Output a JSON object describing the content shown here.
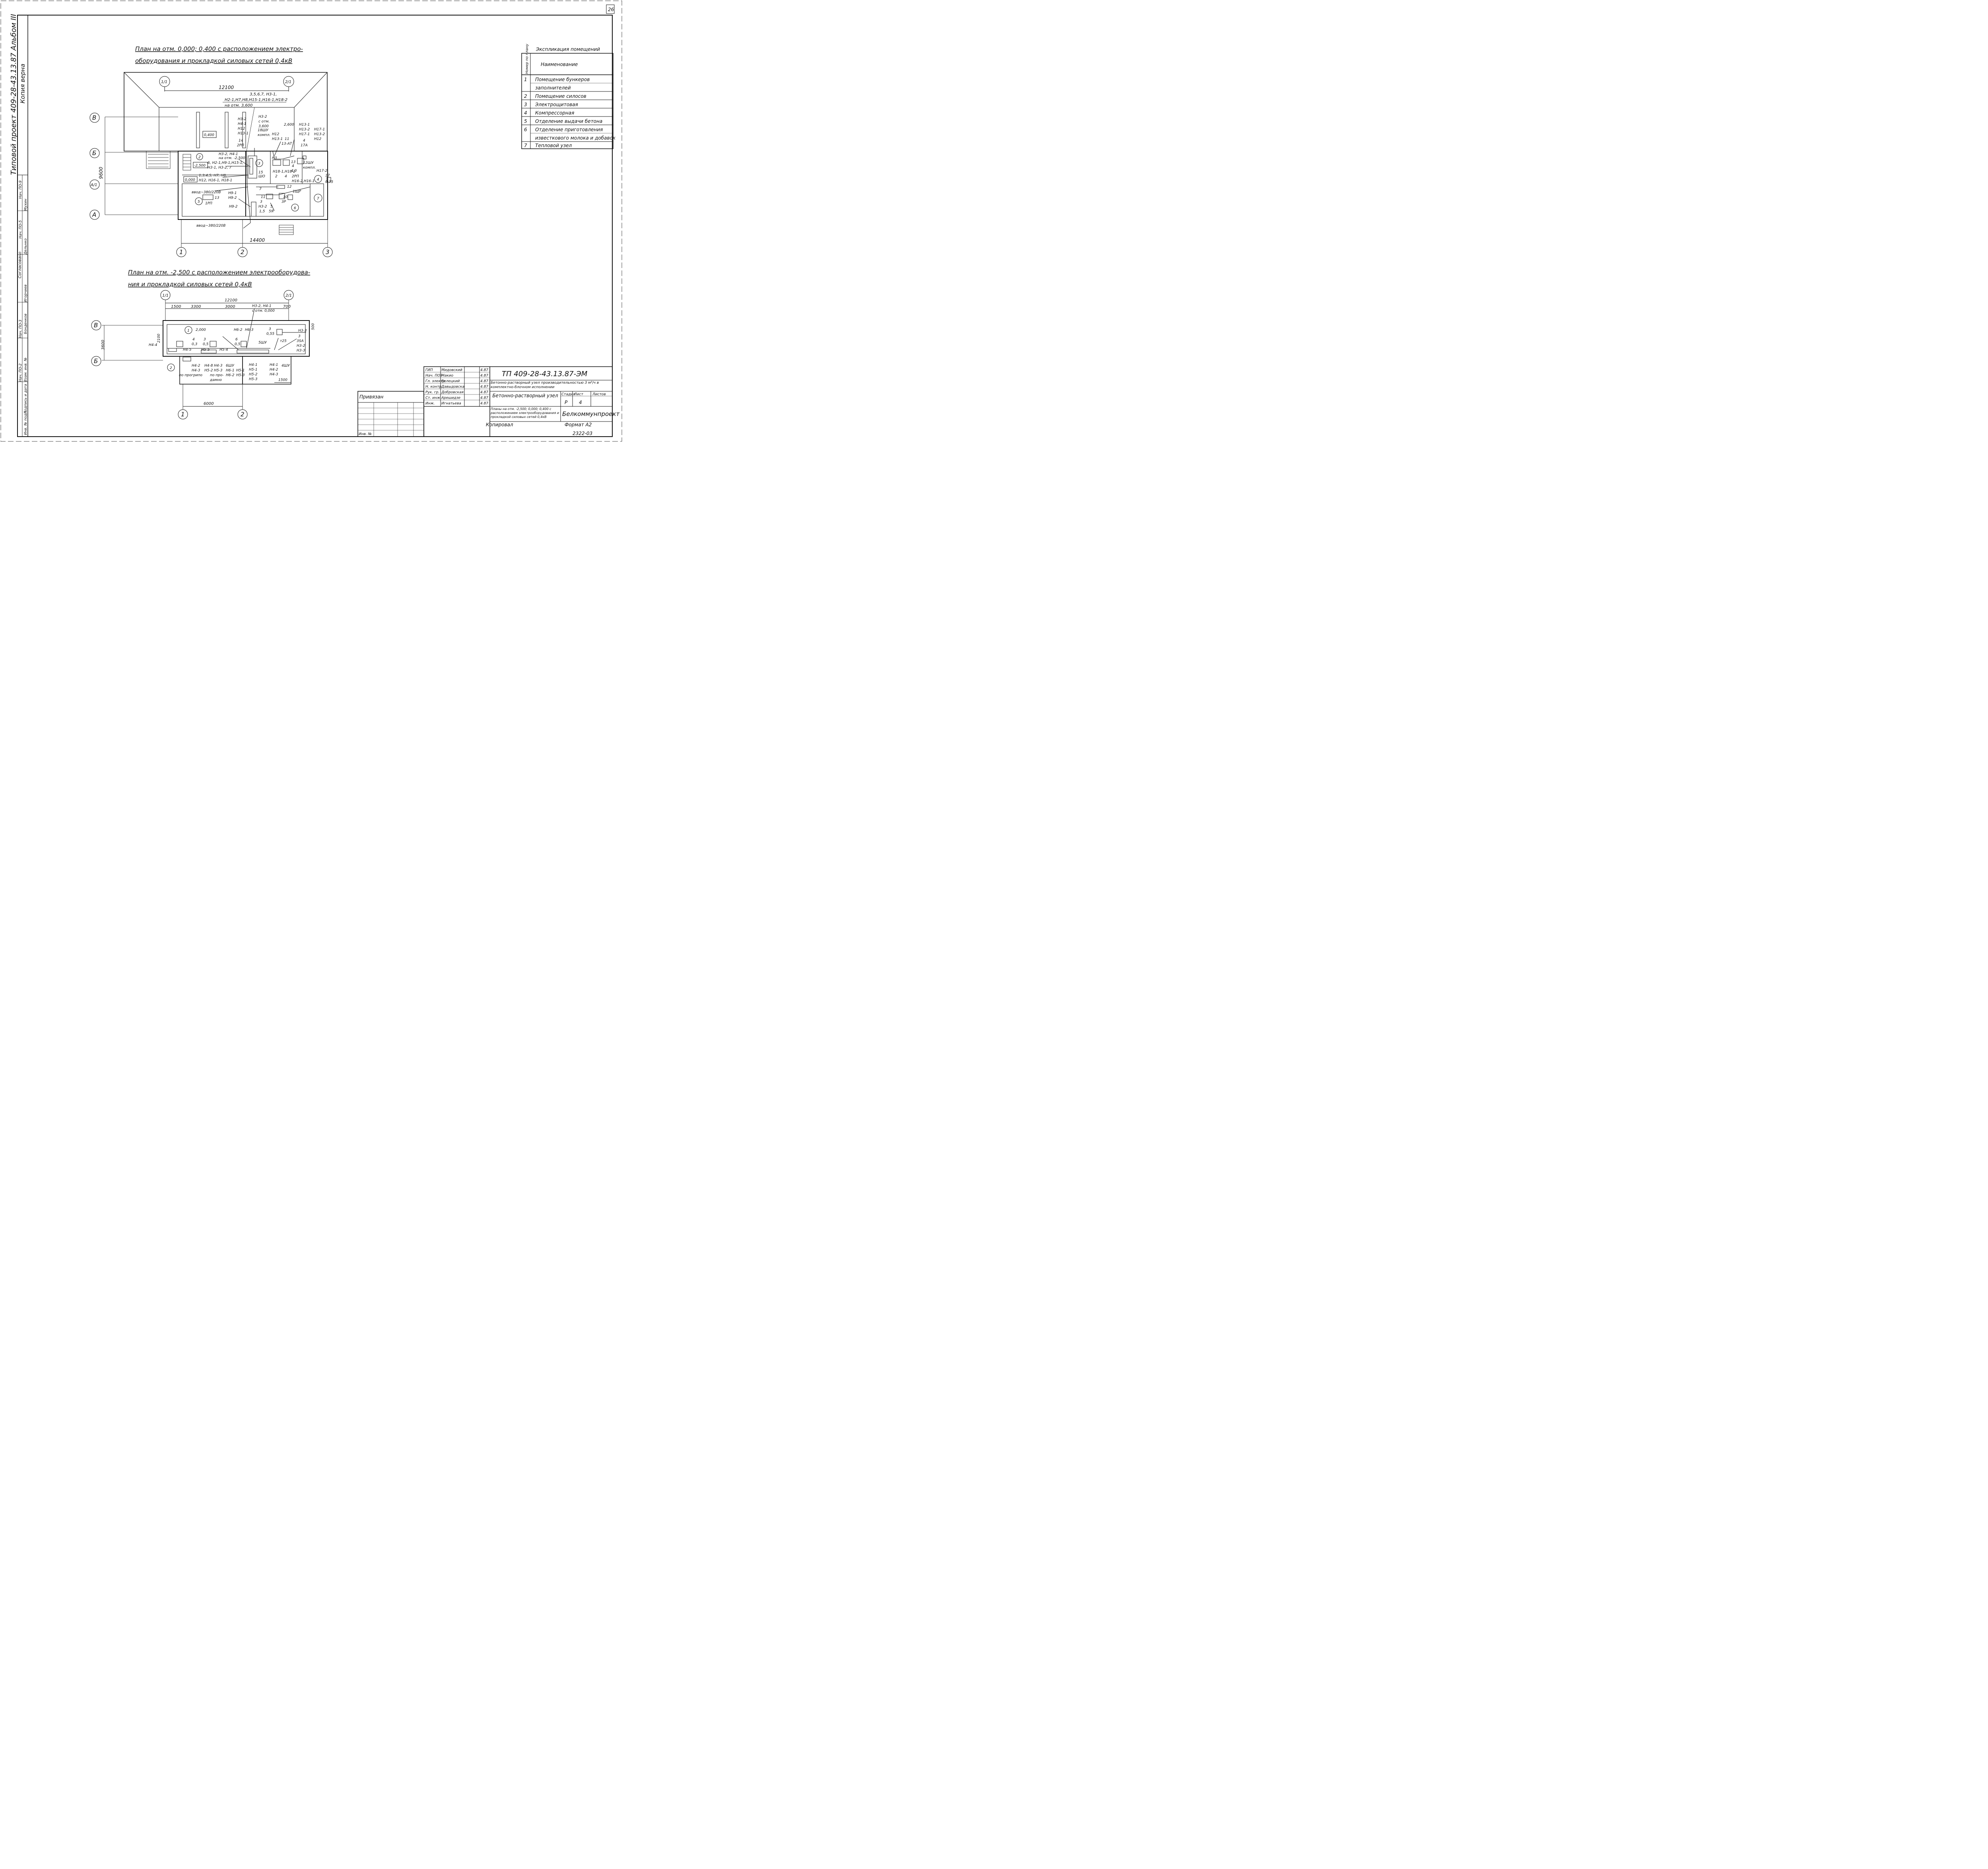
{
  "sheet": {
    "page_number": "26",
    "album_stamp": "Типовой проект 409-28-43.13.87 Альбом III",
    "copy_stamp": "Копия верна"
  },
  "plan_upper": {
    "title_line1": "План на отм. 0,000; 0,400 с расположением электро-",
    "title_line2": "оборудования и прокладкой силовых сетей 0,4кВ",
    "axes": {
      "v1": "1/1",
      "v2": "2/1",
      "h_b": "В",
      "h_B": "Б",
      "h_a1": "А/1",
      "h_a": "А",
      "bottom1": "1",
      "bottom2": "2",
      "bottom3": "3"
    },
    "dims": {
      "top": "12100",
      "side": "9600",
      "bottom": "14400",
      "side_small": "0,75",
      "side_num": "17"
    },
    "levels": {
      "l0400": "0,400",
      "lm2500": "-2,500",
      "l0000": "0,000"
    },
    "rooms": [
      "1",
      "2",
      "3",
      "4",
      "5",
      "6",
      "7"
    ],
    "labels": {
      "riser_top1": "3,5,6,7, Н3-1,",
      "riser_top2": "Н2-1,Н7,Н8,Н15-1,Н16-1,Н18-2",
      "riser_top3": "на отм. 3,600",
      "h3_2": "Н3-2",
      "s_otm": "с отм.",
      "v3600": "3,600",
      "n3_2": "Н3-2",
      "n4_1": "Н4-1",
      "n12": "Н12",
      "n13_1": "Н13-1",
      "n14": "14",
      "rp2": "2РП",
      "shu18": "18ШУ",
      "kompl": "компл.",
      "n12b": "Н12",
      "n13_1b": "Н13-1",
      "n11": "11",
      "n13at": "13-АТ",
      "v2600": "2,600",
      "n13_1c": "Н13-1",
      "n13_2": "Н13-2",
      "n17_1": "Н17-1",
      "n4": "4",
      "n17a": "17А",
      "n17_1b": "Н17-1",
      "n13_2b": "Н13-2",
      "n12c": "Н12",
      "shu12": "12ШУ",
      "kompl2": "компл.",
      "n17_2": "Н17-2",
      "left1": "Н3-2, Н4-1",
      "left2": "на отм. -2,500",
      "left3": "6, Н2-1,Н9-1,Н15-1,",
      "left4": "Н3-1, Н3-2, 7",
      "left5": "1,3,4,5, Н7, Н8,",
      "left6": "Н12, Н16-1, Н18-1",
      "shu15": "15",
      "shu15b": "ШО",
      "n18": "Н18-1,Н18-2",
      "n2": "2",
      "n4b": "4",
      "n2p": "2РП",
      "n16": "Н16-2,Н16-1",
      "vvod1": "ввод~380/220В",
      "rp1": "1РП",
      "n13": "13",
      "n9_1": "Н9-1",
      "n9_2": "Н9-2",
      "n9_2b": "Н9-2",
      "n11b": "11",
      "n3": "3",
      "n3_2b": "3/1",
      "n1_5": "1,5",
      "n5": "5",
      "n5b": "5Я",
      "n10": "10",
      "n3p": "3Р",
      "n7": "7",
      "n8": "8",
      "n12d": "12",
      "n1p": "1ЩР",
      "n4c": "4",
      "v4_0": "4,0",
      "vvod2": "ввод~380/220В",
      "n13b": "Н3",
      "n13c": "13"
    }
  },
  "plan_lower": {
    "title_line1": "План на отм. -2,500 с расположением электрооборудова-",
    "title_line2": "ния и прокладкой силовых сетей 0,4кВ",
    "axes": {
      "v1": "1/1",
      "v2": "2/1",
      "h_b": "В",
      "h_B": "Б",
      "bottom1": "1",
      "bottom2": "2"
    },
    "dims": {
      "top": "12100",
      "d1500": "1500",
      "d3300": "3300",
      "d3000": "3000",
      "d700": "700",
      "side": "3600",
      "side_small": "2100",
      "bottom": "6000",
      "d1500b": "1500",
      "d500": "500"
    },
    "rooms": [
      "1",
      "2"
    ],
    "labels": {
      "top_riser1": "Н3-2, Н4-1",
      "top_riser2": "с отм. 0,000",
      "v2000": "2,000",
      "n6_2": "Н6-2",
      "n6_3": "Н6-3",
      "n3": "3",
      "v055": "0,55",
      "n13_3": "Н3-3",
      "n4": "4",
      "v03": "0,3",
      "n3b": "3",
      "v05": "0,5",
      "n6": "6",
      "v05b": "0,5",
      "shu5": "5ШУ",
      "t25": "т25",
      "n3c": "3",
      "n3sa": "3SA",
      "n3_2": "Н3-2",
      "n3_3": "Н3-3",
      "n4_4": "Н4-4",
      "n4_5": "Н4-5",
      "n5_5": "Н5-5",
      "n5_4": "Н5-4",
      "b_n4_2": "Н4-2",
      "b_n4_3": "Н4-3",
      "b_n4_8": "Н4-8",
      "b_n4_3b": "Н4-3",
      "b_n5_2": "Н5-2",
      "b_n5_3": "Н5-3",
      "b_shu": "6ШУ",
      "b_n6_1": "Н6-1",
      "b_n6_2": "Н6-2",
      "b_n5_1": "Н5-1",
      "b_n5_3b": "Н5-3",
      "b_n4_1": "Н4-1",
      "b_n5_1b": "Н5-1",
      "b_n5_2b": "Н5-2",
      "b_n5_3c": "Н5-3",
      "b_n4_1b": "Н4-1",
      "b_n4_2b": "Н4-2",
      "b_n4_3c": "Н4-3",
      "b_shu4": "4ШУ",
      "note1": "по прогрипо",
      "note2": "по про-",
      "note3": "дамно"
    }
  },
  "explication": {
    "title": "Экспликация помещений",
    "col_num": "Номер по плану",
    "col_name": "Наименование",
    "rows": [
      {
        "num": "1",
        "name": "Помещение бункеров"
      },
      {
        "num": "",
        "name": "заполнителей"
      },
      {
        "num": "2",
        "name": "Помещение силосов"
      },
      {
        "num": "3",
        "name": "Электрощитовая"
      },
      {
        "num": "4",
        "name": "Компрессорная"
      },
      {
        "num": "5",
        "name": "Отделение выдачи бетона"
      },
      {
        "num": "6",
        "name": "Отделение приготовления"
      },
      {
        "num": "",
        "name": "известкового молока и добавок"
      },
      {
        "num": "7",
        "name": "Тепловой узел"
      }
    ]
  },
  "approval": {
    "header": "Согласовано",
    "rows": [
      {
        "role": "Нач. ПО-2",
        "name": "Бонденков",
        "date": "3.1.87"
      },
      {
        "role": "Нач. ПО-3",
        "name": "Игорчиев",
        "date": "4.86"
      },
      {
        "role": "Нач. ПО-5",
        "name": "Дельнко",
        "date": "4.86"
      },
      {
        "role": "Нач. ПО-9",
        "name": "Мухин",
        "date": "4.86"
      }
    ],
    "inv": "Инв. № подл.",
    "sign_date": "Подпись и дата",
    "vzam": "Взам. инв. №"
  },
  "title_block": {
    "doc_code": "ТП 409-28-43.13.87-ЭМ",
    "description": "Бетонно-растворный узел производительностью 3 м³/ч в комплектно-блочном исполнении",
    "object": "Бетонно-растворный узел",
    "sheet_title": "Планы на отм. -2,500; 0,000; 0,400 с расположением электрооборудования и прокладкой силовых сетей 0,4кВ",
    "stage_label": "Стадия",
    "sheet_label": "Лист",
    "sheets_label": "Листов",
    "stage": "Р",
    "sheet": "4",
    "org": "Белкоммунпроект",
    "privyazan": "Привязан",
    "inv_no": "Инв. №",
    "copied": "Копировал",
    "format": "Формат А2",
    "number": "2322-03",
    "staff": [
      {
        "role": "ГИП",
        "name": "Мидовский",
        "date": "4.87"
      },
      {
        "role": "Нач. ПО7",
        "name": "Макио",
        "date": "4.87"
      },
      {
        "role": "Гл. электр.",
        "name": "Белецкий",
        "date": "4.87"
      },
      {
        "role": "Н. контр.",
        "name": "Давыдовска",
        "date": "4.87"
      },
      {
        "role": "Рук. гр.",
        "name": "Добровская",
        "date": "4.87"
      },
      {
        "role": "Ст. инж.",
        "name": "Арешидзе",
        "date": "4.87"
      },
      {
        "role": "Инж.",
        "name": "Игнатьева",
        "date": "4.87"
      }
    ]
  }
}
